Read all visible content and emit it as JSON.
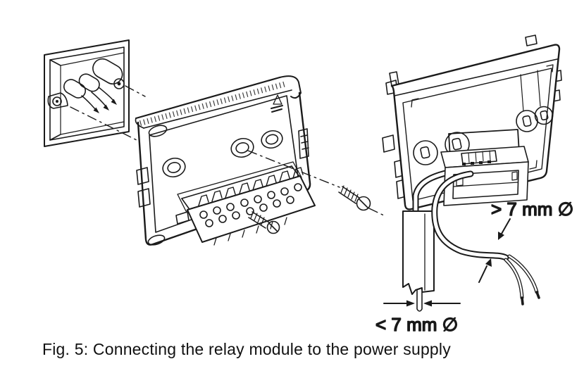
{
  "figure": {
    "caption": "Fig. 5: Connecting the relay module to the power supply",
    "annotations": {
      "outer_cable": "> 7 mm ∅",
      "inner_wire": "< 7 mm ∅"
    },
    "colors": {
      "line": "#1a1a1a",
      "background": "#ffffff"
    }
  }
}
